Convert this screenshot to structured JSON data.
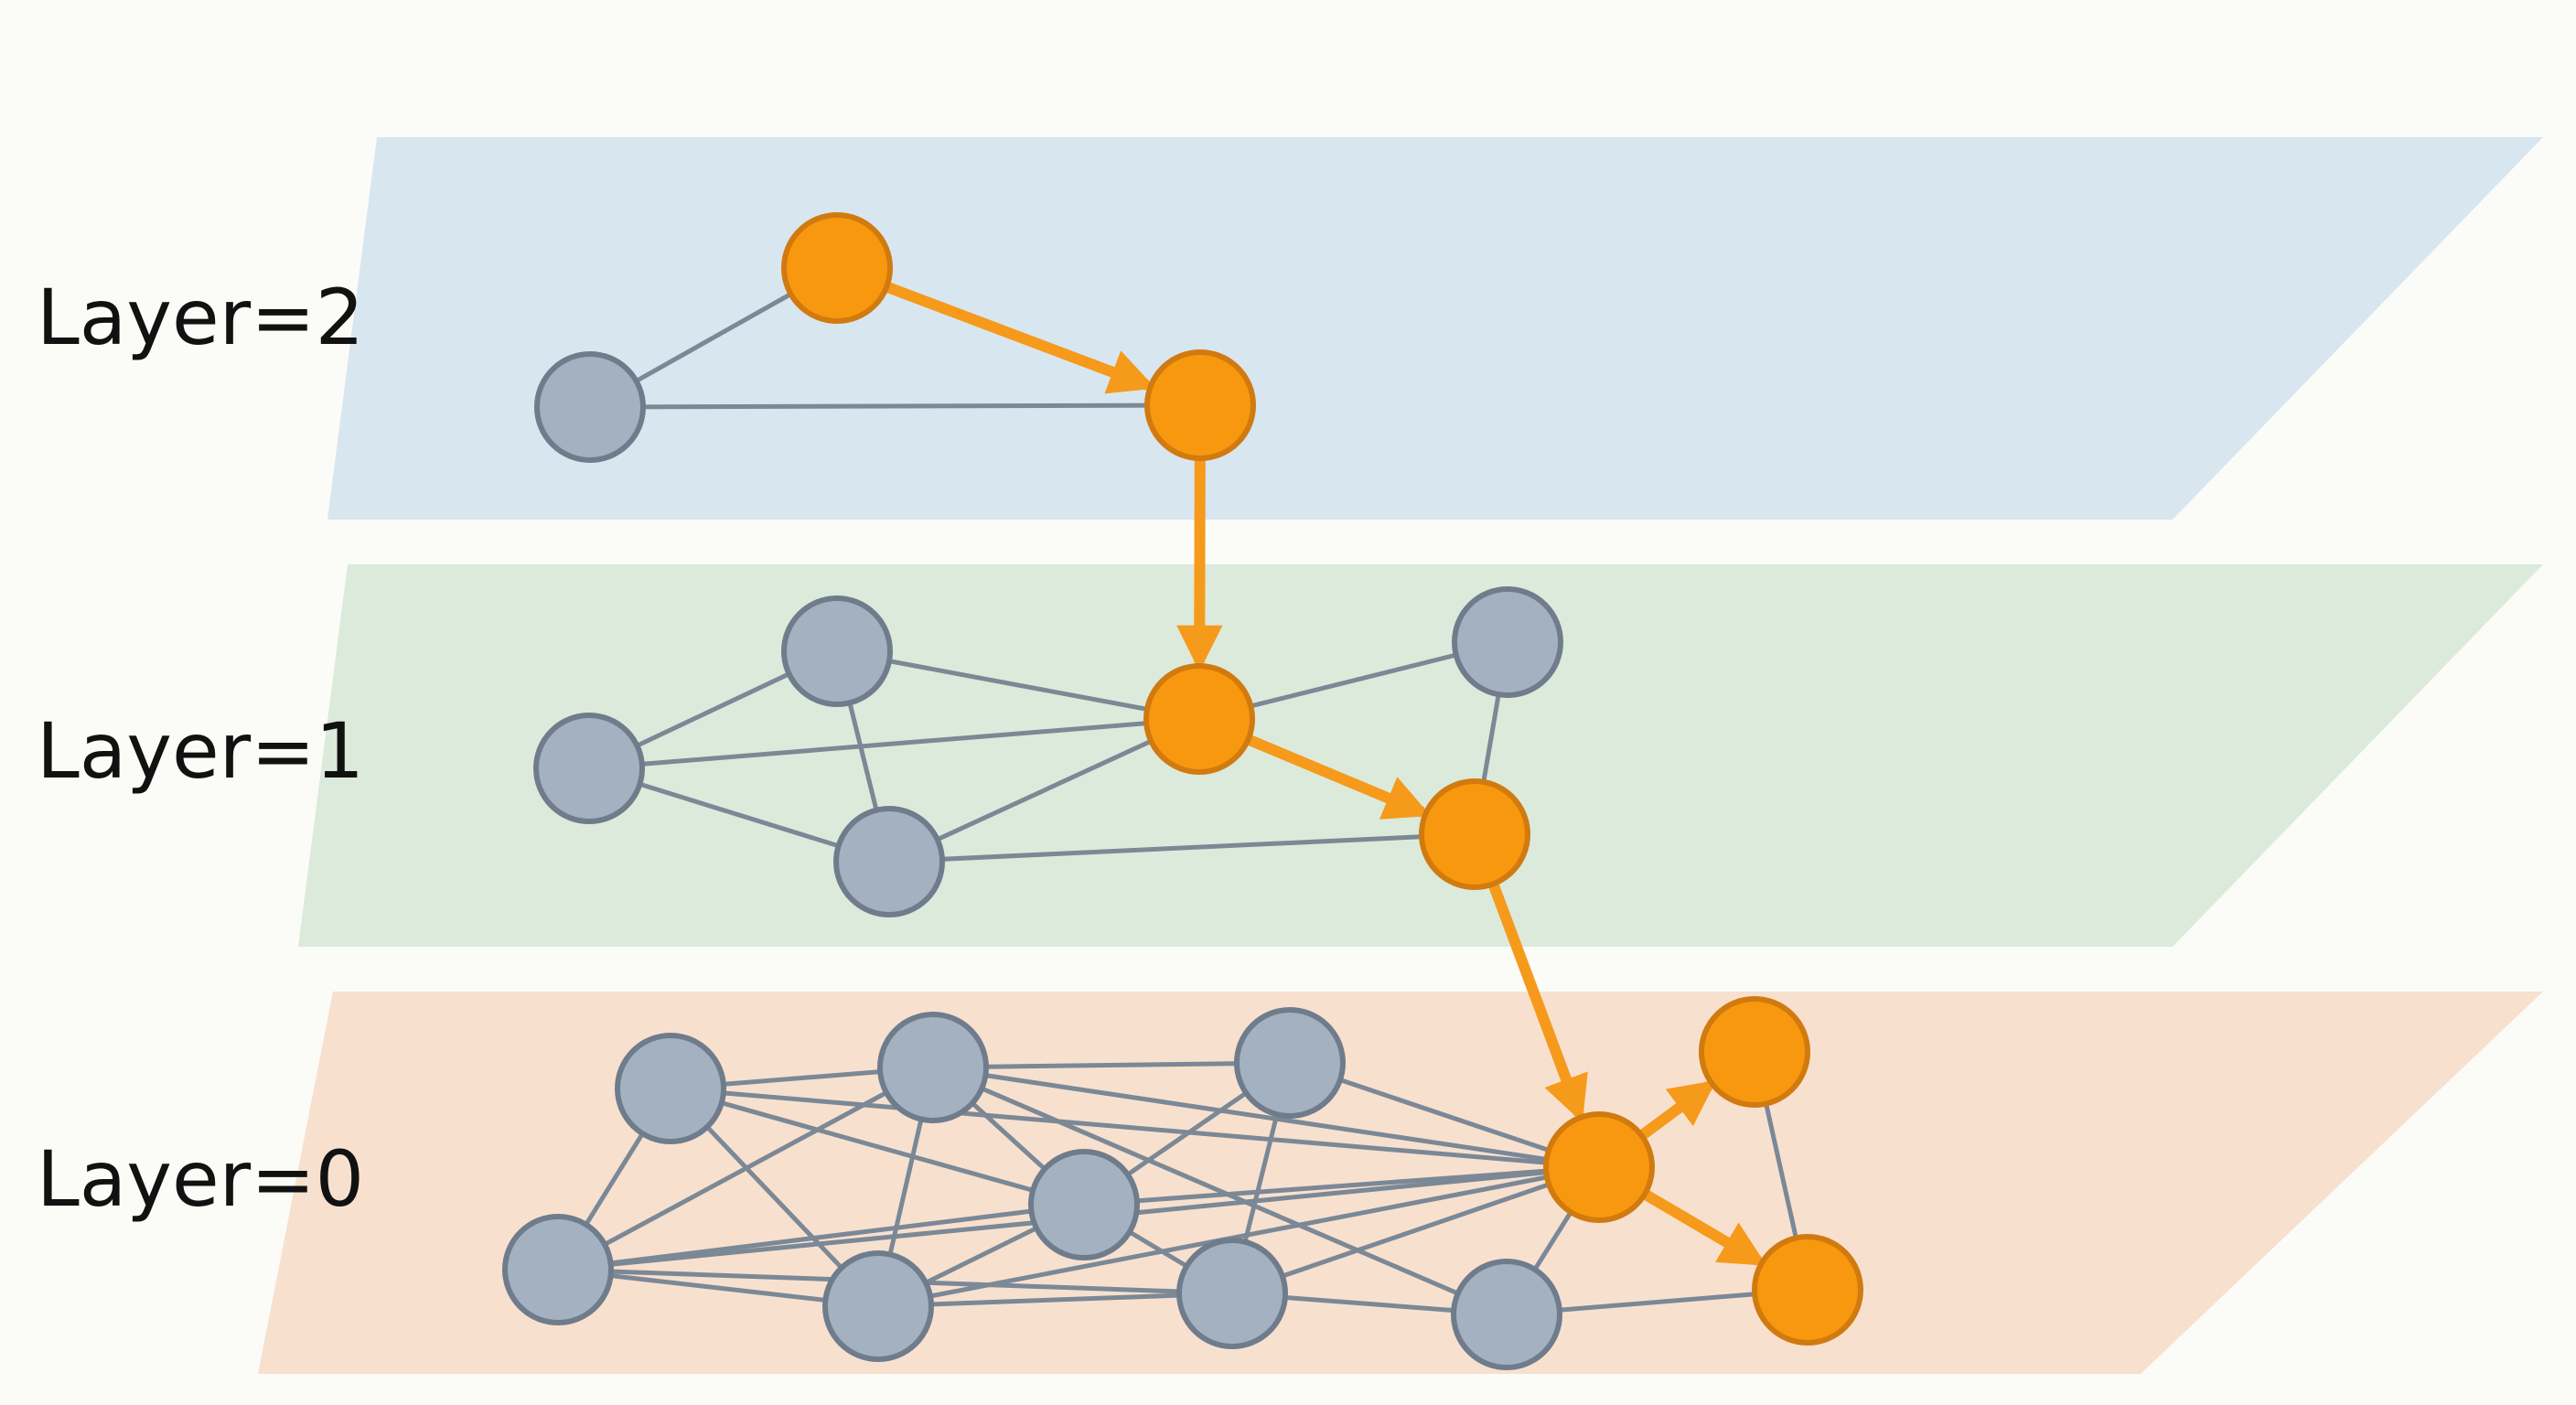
{
  "title": "HNSW hierarchical graph search",
  "colors": {
    "background": "#fbfbf8",
    "layer2_plane": "#d8e6f0",
    "layer1_plane": "#dceadb",
    "layer0_plane": "#f8e0cf",
    "node_gray_fill": "#a3b1c0",
    "node_gray_stroke": "#6e7c8c",
    "node_orange_fill": "#f8980e",
    "node_orange_stroke": "#d17a0f",
    "edge": "#7b8896",
    "path": "#f59a1b"
  },
  "layers": [
    {
      "id": "layer2",
      "label": "Layer=2",
      "nodes": [
        {
          "id": "L2a",
          "kind": "gray"
        },
        {
          "id": "L2b",
          "kind": "orange"
        },
        {
          "id": "L2c",
          "kind": "orange"
        }
      ],
      "edges": [
        [
          "L2a",
          "L2b"
        ],
        [
          "L2a",
          "L2c"
        ]
      ]
    },
    {
      "id": "layer1",
      "label": "Layer=1",
      "nodes": [
        {
          "id": "L1a",
          "kind": "gray"
        },
        {
          "id": "L1b",
          "kind": "gray"
        },
        {
          "id": "L1c",
          "kind": "gray"
        },
        {
          "id": "L1d",
          "kind": "orange"
        },
        {
          "id": "L1e",
          "kind": "gray"
        },
        {
          "id": "L1f",
          "kind": "orange"
        }
      ],
      "edges": [
        [
          "L1a",
          "L1b"
        ],
        [
          "L1a",
          "L1d"
        ],
        [
          "L1a",
          "L1c"
        ],
        [
          "L1b",
          "L1c"
        ],
        [
          "L1b",
          "L1d"
        ],
        [
          "L1c",
          "L1d"
        ],
        [
          "L1c",
          "L1f"
        ],
        [
          "L1d",
          "L1e"
        ],
        [
          "L1e",
          "L1f"
        ]
      ]
    },
    {
      "id": "layer0",
      "label": "Layer=0",
      "nodes": [
        {
          "id": "A",
          "kind": "gray"
        },
        {
          "id": "B",
          "kind": "gray"
        },
        {
          "id": "C",
          "kind": "gray"
        },
        {
          "id": "D",
          "kind": "gray"
        },
        {
          "id": "E",
          "kind": "gray"
        },
        {
          "id": "F",
          "kind": "gray"
        },
        {
          "id": "G",
          "kind": "gray"
        },
        {
          "id": "H",
          "kind": "gray"
        },
        {
          "id": "X",
          "kind": "orange"
        },
        {
          "id": "O1",
          "kind": "orange"
        },
        {
          "id": "O2",
          "kind": "orange"
        }
      ],
      "edges": [
        [
          "A",
          "B"
        ],
        [
          "A",
          "E"
        ],
        [
          "A",
          "F"
        ],
        [
          "A",
          "D"
        ],
        [
          "A",
          "X"
        ],
        [
          "B",
          "C"
        ],
        [
          "B",
          "E"
        ],
        [
          "B",
          "F"
        ],
        [
          "B",
          "D"
        ],
        [
          "B",
          "X"
        ],
        [
          "B",
          "H"
        ],
        [
          "C",
          "D"
        ],
        [
          "C",
          "G"
        ],
        [
          "C",
          "X"
        ],
        [
          "D",
          "X"
        ],
        [
          "D",
          "G"
        ],
        [
          "E",
          "D"
        ],
        [
          "E",
          "F"
        ],
        [
          "E",
          "X"
        ],
        [
          "E",
          "G"
        ],
        [
          "F",
          "X"
        ],
        [
          "F",
          "G"
        ],
        [
          "G",
          "H"
        ],
        [
          "G",
          "X"
        ],
        [
          "H",
          "X"
        ],
        [
          "H",
          "O2"
        ],
        [
          "O1",
          "O2"
        ],
        [
          "D",
          "F"
        ]
      ]
    }
  ],
  "search_path": [
    [
      "L2b",
      "L2c"
    ],
    [
      "L2c",
      "L1d"
    ],
    [
      "L1d",
      "L1f"
    ],
    [
      "L1f",
      "X"
    ],
    [
      "X",
      "O1"
    ],
    [
      "X",
      "O2"
    ]
  ]
}
